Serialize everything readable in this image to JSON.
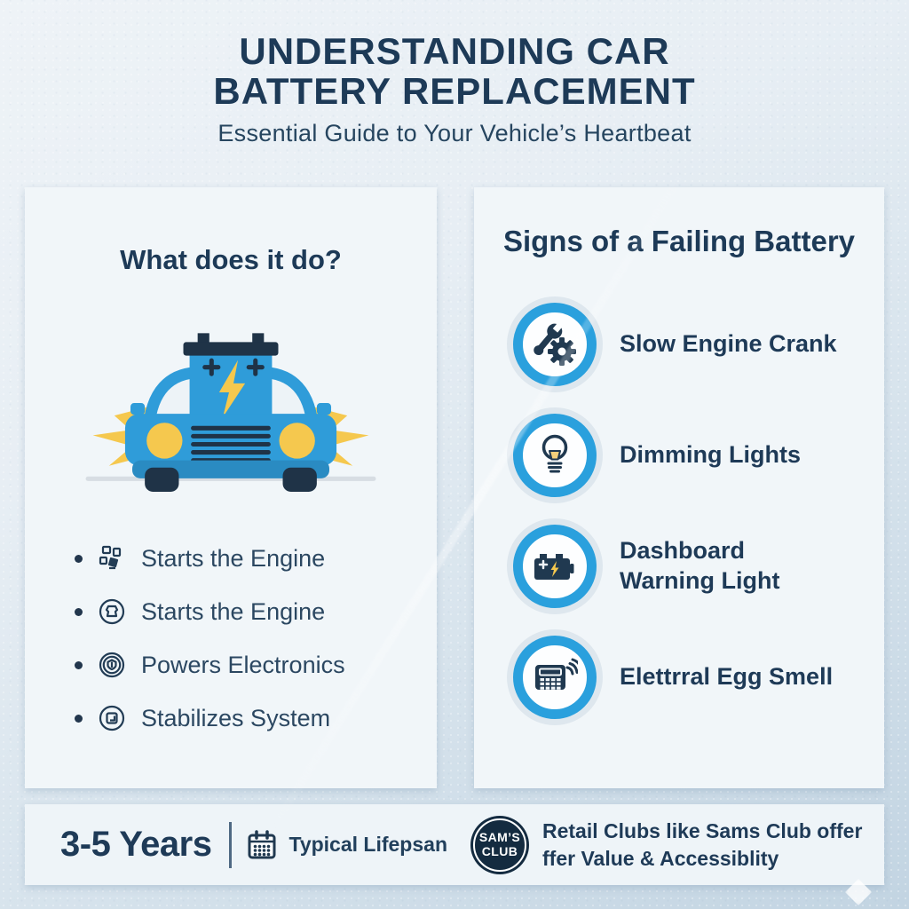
{
  "header": {
    "title": "UNDERSTANDING CAR\nBATTERY REPLACEMENT",
    "subtitle": "Essential Guide to Your Vehicle’s Heartbeat"
  },
  "left_card": {
    "heading": "What does it do?",
    "illustration": "blue-car-with-battery-and-flash-marks",
    "bullets": [
      {
        "icon": "engine-parts-icon",
        "label": "Starts the Engine"
      },
      {
        "icon": "circled-starter-icon",
        "label": "Starts the Engine"
      },
      {
        "icon": "shield-power-icon",
        "label": "Powers Electronics"
      },
      {
        "icon": "circled-grid-icon",
        "label": "Stabilizes System"
      }
    ]
  },
  "right_card": {
    "heading": "Signs of a Failing Battery",
    "signs": [
      {
        "icon": "wrench-gear-icon",
        "label": "Slow Engine Crank"
      },
      {
        "icon": "lightbulb-icon",
        "label": "Dimming Lights"
      },
      {
        "icon": "car-battery-icon",
        "label": "Dashboard\nWarning Light"
      },
      {
        "icon": "keypad-signal-icon",
        "label": "Elettrral Egg Smell"
      }
    ]
  },
  "footer": {
    "lifespan_value": "3-5 Years",
    "lifespan_label": "Typical Lifepsan",
    "calendar_icon": "calendar-icon",
    "logo_line1": "SAM’S",
    "logo_line2": "CLUB",
    "note": "Retail Clubs like Sams Club offer\nffer Value & Accessiblity"
  },
  "colors": {
    "navy": "#1e3a57",
    "accent_blue": "#2aa0dd",
    "car_blue": "#2f9cd9",
    "accent_yellow": "#f5c84e",
    "card_bg": "#f1f6f9",
    "page_bg_top": "#eef3f7",
    "page_bg_bottom": "#c2d4e2"
  }
}
